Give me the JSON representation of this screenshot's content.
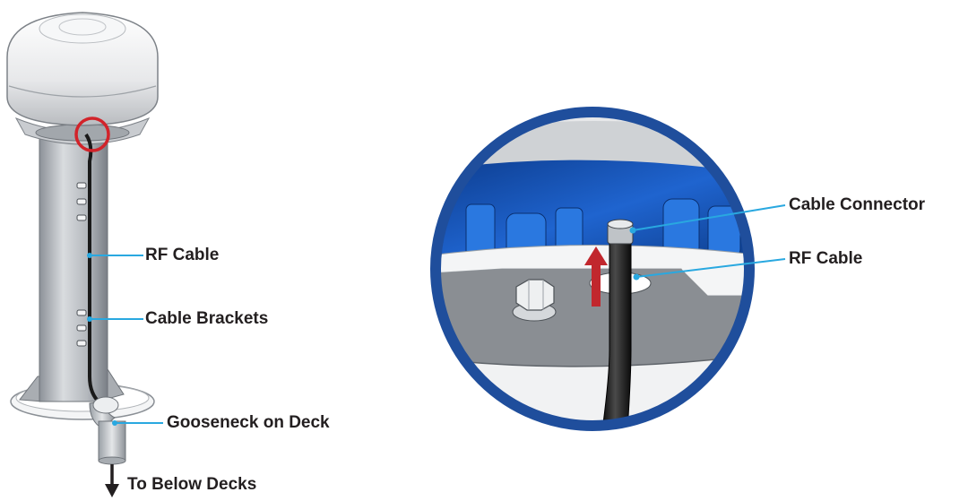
{
  "left_figure": {
    "labels": {
      "rf_cable": "RF Cable",
      "cable_brackets": "Cable Brackets",
      "gooseneck": "Gooseneck on Deck",
      "to_below_decks": "To Below Decks"
    }
  },
  "right_figure": {
    "labels": {
      "cable_connector": "Cable Connector",
      "rf_cable": "RF Cable"
    }
  },
  "colors": {
    "leader_line": "#29a8e0",
    "highlight_circle": "#d2232a",
    "detail_frame": "#1f4e9c",
    "interior_blue": "#1a5fc8",
    "up_arrow": "#c1272d"
  }
}
